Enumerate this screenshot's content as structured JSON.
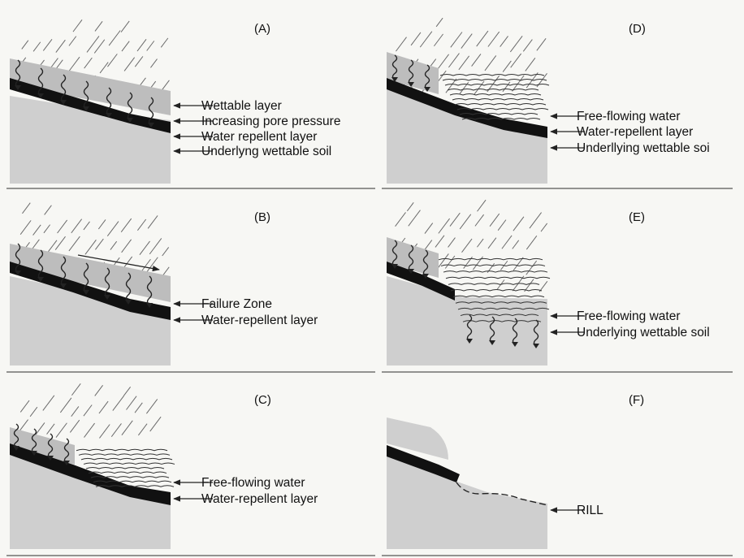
{
  "figure": {
    "panels": [
      {
        "id": "A",
        "label": "(A)",
        "callouts": [
          "Wettable layer",
          "Increasing pore pressure",
          "Water repellent layer",
          "Underlyng wettable soil"
        ]
      },
      {
        "id": "B",
        "label": "(B)",
        "callouts": [
          "Failure Zone",
          "Water-repellent layer"
        ]
      },
      {
        "id": "C",
        "label": "(C)",
        "callouts": [
          "Free-flowing water",
          "Water-repellent layer"
        ]
      },
      {
        "id": "D",
        "label": "(D)",
        "callouts": [
          "Free-flowing water",
          "Water-repellent layer",
          "Underllying wettable soi"
        ]
      },
      {
        "id": "E",
        "label": "(E)",
        "callouts": [
          "Free-flowing water",
          "Underlying wettable soil"
        ]
      },
      {
        "id": "F",
        "label": "(F)",
        "callouts": [
          "RILL"
        ]
      }
    ],
    "colors": {
      "background": "#f7f7f4",
      "soil": "#cfcfcf",
      "repellent_layer": "#111111",
      "wettable_layer": "#bdbdbd",
      "rain": "#6a6a6a",
      "line": "#222222"
    }
  }
}
